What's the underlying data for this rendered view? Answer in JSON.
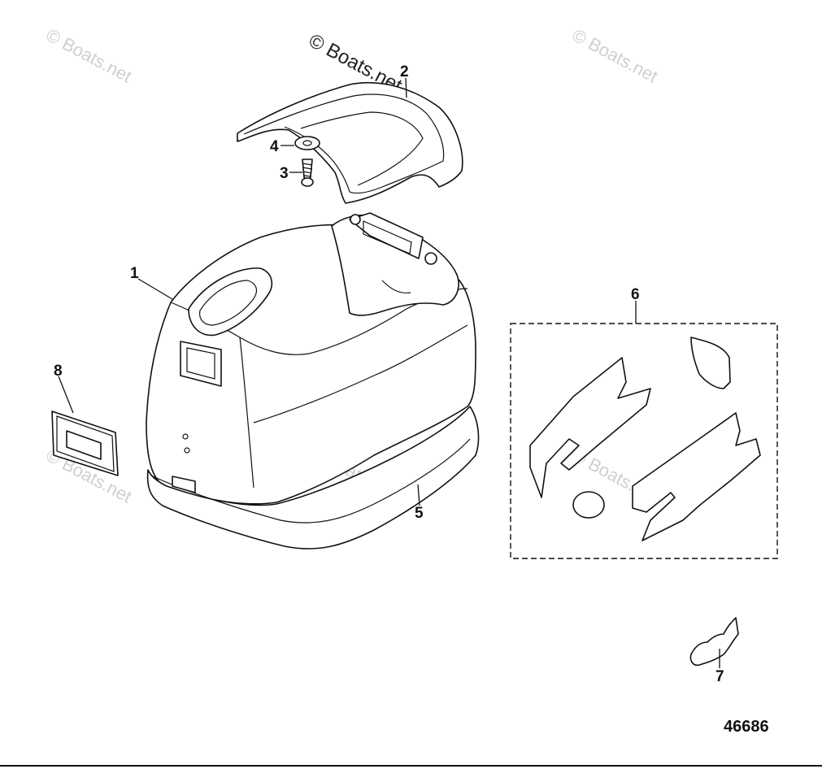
{
  "watermarks": [
    "© Boats.net",
    "© Boats.net",
    "© Boats.net",
    "© Boats.net",
    "© Boats.net",
    "© Boats.net"
  ],
  "callouts": {
    "c1": "1",
    "c2": "2",
    "c3": "3",
    "c4": "4",
    "c5": "5",
    "c6": "6",
    "c7": "7",
    "c8": "8"
  },
  "figure_number": "46686"
}
